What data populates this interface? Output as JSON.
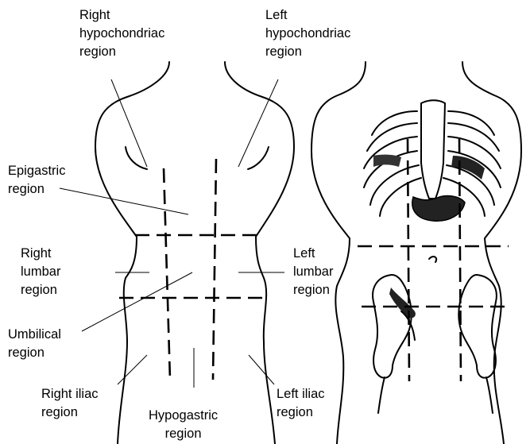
{
  "labels": {
    "right_hypochondriac": [
      "Right",
      "hypochondriac",
      "region"
    ],
    "left_hypochondriac": [
      "Left",
      "hypochondriac",
      "region"
    ],
    "epigastric": [
      "Epigastric",
      "region"
    ],
    "right_lumbar": [
      "Right",
      "lumbar",
      "region"
    ],
    "left_lumbar": [
      "Left",
      "lumbar",
      "region"
    ],
    "umbilical": [
      "Umbilical",
      "region"
    ],
    "right_iliac": [
      "Right iliac",
      "region"
    ],
    "hypogastric": [
      "Hypogastric",
      "region"
    ],
    "left_iliac": [
      "Left iliac",
      "region"
    ]
  }
}
